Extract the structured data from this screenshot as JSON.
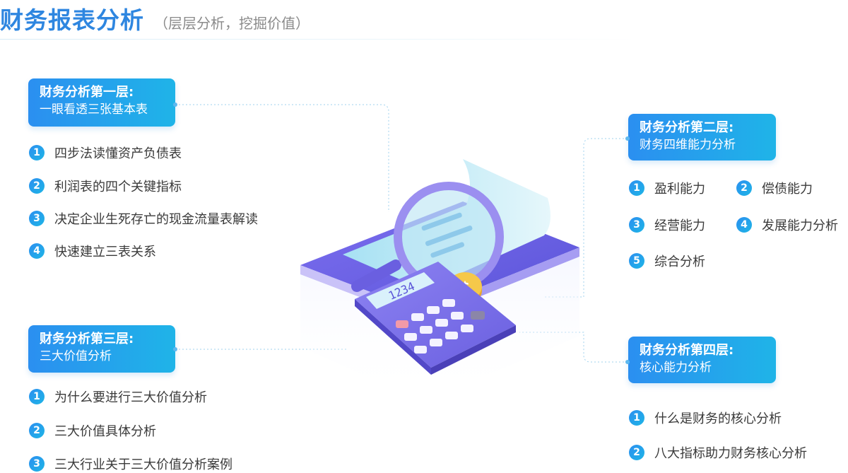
{
  "header": {
    "title": "财务报表分析",
    "subtitle": "（层层分析，挖掘价值）"
  },
  "layers": [
    {
      "heading": "财务分析第一层:",
      "subheading": "一眼看透三张基本表",
      "items": [
        {
          "num": "1",
          "text": "四步法读懂资产负债表"
        },
        {
          "num": "2",
          "text": "利润表的四个关键指标"
        },
        {
          "num": "3",
          "text": "决定企业生死存亡的现金流量表解读"
        },
        {
          "num": "4",
          "text": "快速建立三表关系"
        }
      ]
    },
    {
      "heading": "财务分析第二层:",
      "subheading": "财务四维能力分析",
      "items": [
        {
          "num": "1",
          "text": "盈利能力"
        },
        {
          "num": "2",
          "text": "偿债能力"
        },
        {
          "num": "3",
          "text": "经营能力"
        },
        {
          "num": "4",
          "text": "发展能力分析"
        },
        {
          "num": "5",
          "text": "综合分析"
        }
      ]
    },
    {
      "heading": "财务分析第三层:",
      "subheading": "三大价值分析",
      "items": [
        {
          "num": "1",
          "text": "为什么要进行三大价值分析"
        },
        {
          "num": "2",
          "text": "三大价值具体分析"
        },
        {
          "num": "3",
          "text": "三大行业关于三大价值分析案例"
        }
      ]
    },
    {
      "heading": "财务分析第四层:",
      "subheading": "核心能力分析",
      "items": [
        {
          "num": "1",
          "text": "什么是财务的核心分析"
        },
        {
          "num": "2",
          "text": "八大指标助力财务核心分析"
        }
      ]
    }
  ],
  "illustration": {
    "calculator_display": "1234",
    "coin_symbol": "$"
  },
  "colors": {
    "title": "#2e86e0",
    "badge_start": "#2b8ff0",
    "badge_end": "#1fb4e8",
    "item_text": "#3a3a3a",
    "board": "#6f63e8",
    "calculator": "#7c72ec",
    "coin": "#f5c84a"
  }
}
